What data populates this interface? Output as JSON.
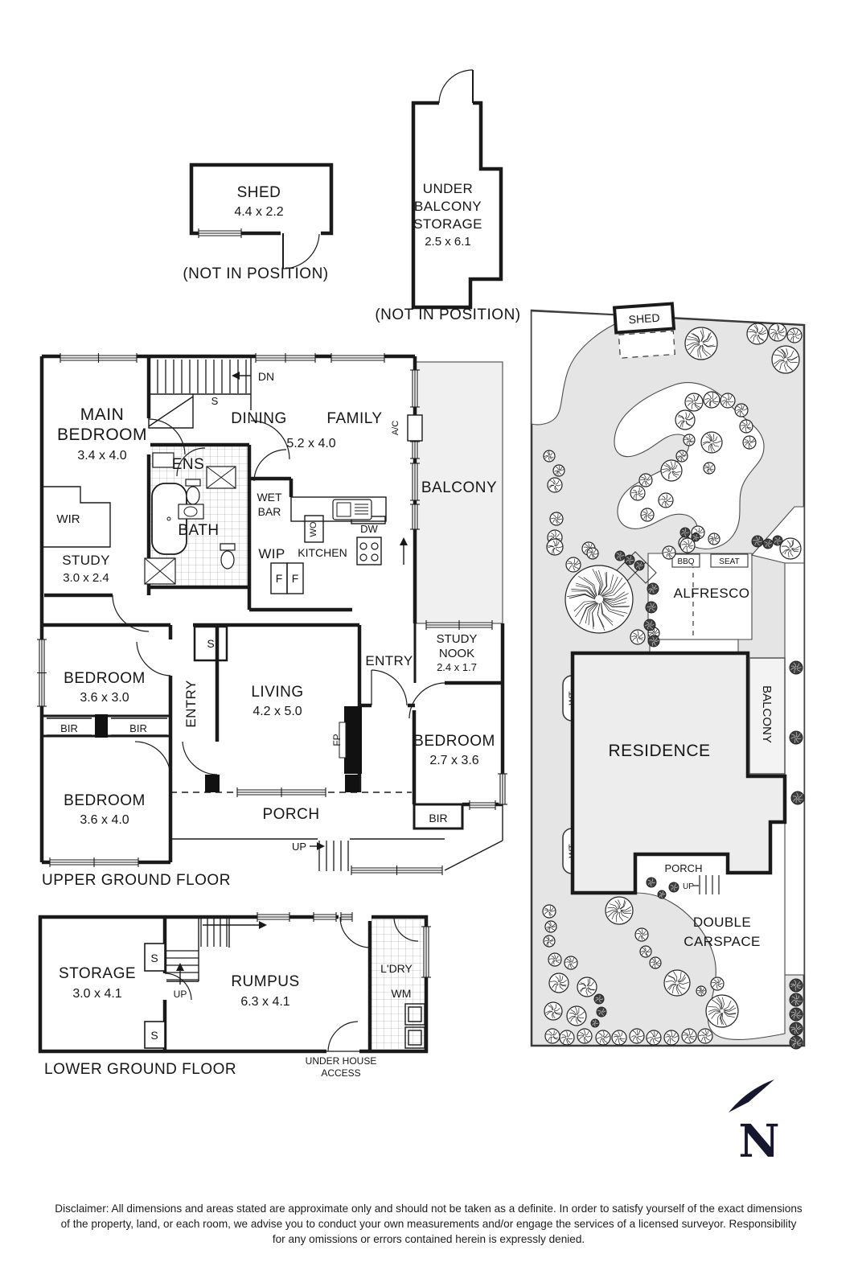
{
  "colors": {
    "wall": "#1a1a1a",
    "garden": "#e5e5e5",
    "residence_fill": "#ededed",
    "balcony_fill": "#f0f0f0",
    "north": "#16162e"
  },
  "outbuildings": {
    "shed": {
      "name": "SHED",
      "dim": "4.4 x 2.2",
      "note": "(NOT IN POSITION)"
    },
    "under_balcony_storage": {
      "line1": "UNDER",
      "line2": "BALCONY",
      "line3": "STORAGE",
      "dim": "2.5 x 6.1",
      "note": "(NOT IN POSITION)"
    }
  },
  "upper_floor": {
    "title": "UPPER GROUND FLOOR",
    "main_bedroom": {
      "line1": "MAIN",
      "line2": "BEDROOM",
      "dim": "3.4 x 4.0"
    },
    "dining": "DINING",
    "family": "FAMILY",
    "dining_family_dim": "5.2 x 4.0",
    "balcony": "BALCONY",
    "wir": "WIR",
    "ens": "ENS",
    "bath": "BATH",
    "wet_bar": {
      "line1": "WET",
      "line2": "BAR"
    },
    "wo": "WO",
    "dw": "DW",
    "wip": "WIP",
    "kitchen": "KITCHEN",
    "fridge1": "F",
    "fridge2": "F",
    "study": {
      "name": "STUDY",
      "dim": "3.0 x 2.4"
    },
    "ac": "A/C",
    "dn": "DN",
    "stair_s": "S",
    "closet_s": "S",
    "entry_hall": "ENTRY",
    "entry_front": "ENTRY",
    "living": {
      "name": "LIVING",
      "dim": "4.2 x 5.0"
    },
    "study_nook": {
      "line1": "STUDY",
      "line2": "NOOK",
      "dim": "2.4 x 1.7"
    },
    "bedroom2": {
      "name": "BEDROOM",
      "dim": "3.6 x 3.0"
    },
    "bir1": "BIR",
    "bir2": "BIR",
    "bedroom3": {
      "name": "BEDROOM",
      "dim": "3.6 x 4.0"
    },
    "bedroom4": {
      "name": "BEDROOM",
      "dim": "2.7 x 3.6"
    },
    "bir3": "BIR",
    "fp": "FP",
    "porch": "PORCH",
    "up": "UP"
  },
  "lower_floor": {
    "title": "LOWER GROUND FLOOR",
    "storage": {
      "name": "STORAGE",
      "dim": "3.0 x 4.1"
    },
    "s1": "S",
    "s2": "S",
    "up": "UP",
    "rumpus": {
      "name": "RUMPUS",
      "dim": "6.3 x 4.1"
    },
    "laundry": "L'DRY",
    "wm": "WM",
    "under_house": {
      "line1": "UNDER HOUSE",
      "line2": "ACCESS"
    }
  },
  "site_plan": {
    "shed": "SHED",
    "bbq": "BBQ",
    "seat": "SEAT",
    "alfresco": "ALFRESCO",
    "residence": "RESIDENCE",
    "balcony": "BALCONY",
    "wt1": "WT",
    "wt2": "WT",
    "porch": "PORCH",
    "up": "UP",
    "carspace": {
      "line1": "DOUBLE",
      "line2": "CARSPACE"
    }
  },
  "compass": {
    "letter": "N"
  },
  "disclaimer": {
    "line1": "Disclaimer: All dimensions and areas stated are approximate only and should not be taken as a definite. In order to satisfy yourself of the exact dimensions",
    "line2": "of the property, land, or each room, we advise you to conduct your own measurements and/or engage the services of a licensed surveyor. Responsibility",
    "line3": "for any omissions or errors contained herein is expressly denied."
  }
}
